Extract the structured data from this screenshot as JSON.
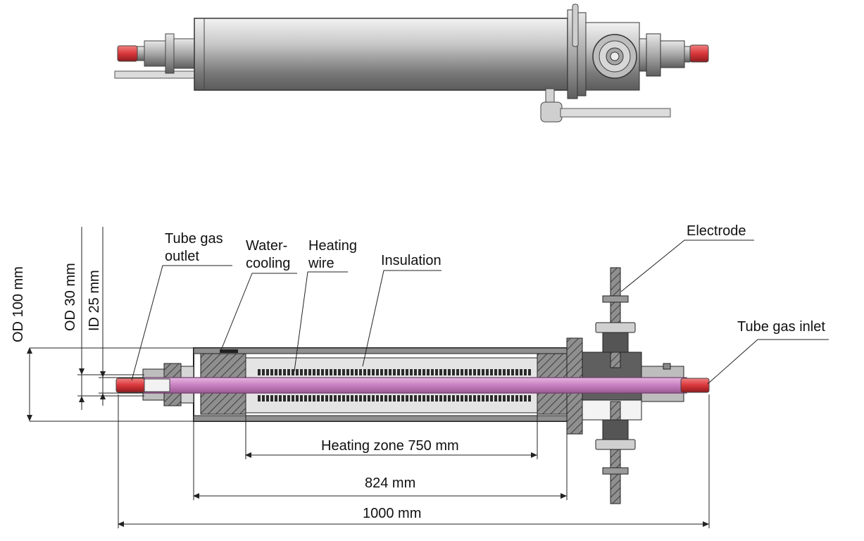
{
  "labels": {
    "tube_gas_outlet": [
      "Tube gas",
      "outlet"
    ],
    "water_cooling": [
      "Water-",
      "cooling"
    ],
    "heating_wire": [
      "Heating",
      "wire"
    ],
    "insulation": "Insulation",
    "electrode": "Electrode",
    "tube_gas_inlet": "Tube gas inlet"
  },
  "dimensions": {
    "od_100": "OD 100 mm",
    "od_30": "OD 30 mm",
    "id_25": "ID 25 mm",
    "heating_zone": "Heating zone 750 mm",
    "len_824": "824 mm",
    "len_1000": "1000 mm"
  },
  "colors": {
    "tube_pink": "#c77fc0",
    "fitting_red": "#d9363a",
    "steel_light": "#d8d8d8",
    "steel_dark": "#6f6f6f",
    "hatch": "#8a8a8a"
  }
}
